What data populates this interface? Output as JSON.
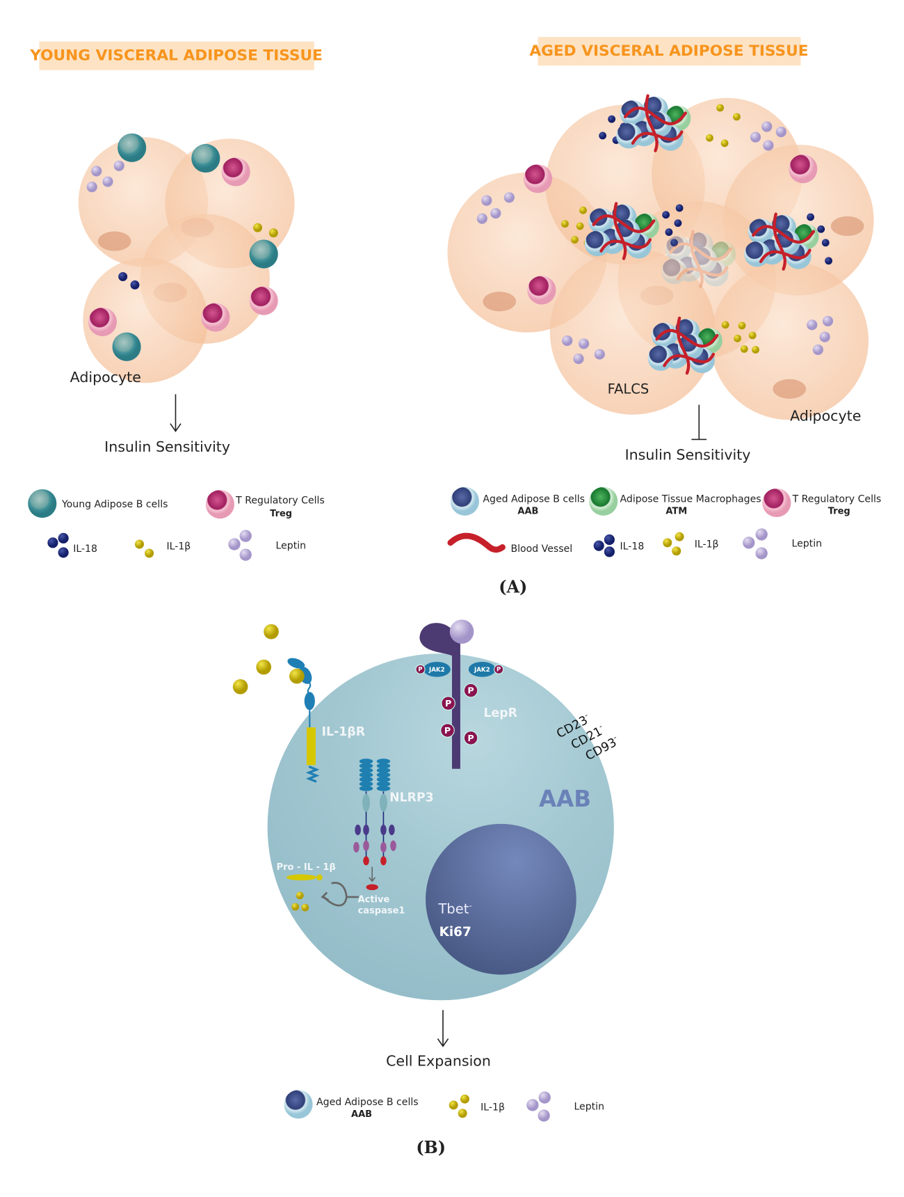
{
  "panel_a": {
    "label": "(A)",
    "young": {
      "title": "YOUNG VISCERAL ADIPOSE TISSUE",
      "adipocyte_label": "Adipocyte",
      "outcome": "Insulin Sensitivity",
      "outcome_relation": "arrow-down",
      "legend": {
        "young_b_cells": "Young Adipose B cells",
        "treg": "T Regulatory Cells",
        "treg_abbr": "Treg",
        "il18": "IL-18",
        "il1b": "IL-1β",
        "leptin": "Leptin"
      }
    },
    "aged": {
      "title": "AGED VISCERAL ADIPOSE TISSUE",
      "falcs_label": "FALCS",
      "adipocyte_label": "Adipocyte",
      "outcome": "Insulin Sensitivity",
      "outcome_relation": "inhibition-bar",
      "legend": {
        "aab": "Aged Adipose B cells",
        "aab_abbr": "AAB",
        "atm": "Adipose Tissue Macrophages",
        "atm_abbr": "ATM",
        "treg": "T Regulatory Cells",
        "treg_abbr": "Treg",
        "blood_vessel": "Blood Vessel",
        "il18": "IL-18",
        "il1b": "IL-1β",
        "leptin": "Leptin"
      }
    }
  },
  "panel_b": {
    "label": "(B)",
    "il1br": "IL-1βR",
    "lepr": "LepR",
    "jak2": "JAK2",
    "phospho": "P",
    "nlrp3": "NLRP3",
    "pro_il1b": "Pro - IL - 1β",
    "active_caspase": [
      "Active",
      "caspase1"
    ],
    "markers": [
      "CD23",
      "CD21",
      "CD93"
    ],
    "marker_sign": "-",
    "cell_name": "AAB",
    "tbet": "Tbet",
    "ki67": "Ki67",
    "outcome": "Cell Expansion",
    "legend": {
      "aab": "Aged Adipose B cells",
      "aab_abbr": "AAB",
      "il1b": "IL-1β",
      "leptin": "Leptin"
    }
  },
  "colors": {
    "title_text": "#f7941d",
    "title_bg": "#fde3c4",
    "adipocyte": "#f6c9a8",
    "young_b_cell": "#4f9ea3",
    "treg": "#b0286e",
    "aab": "#34467f",
    "atm": "#1f8a3a",
    "il18": "#1b2a78",
    "il1b": "#c9b400",
    "leptin": "#b9abd6",
    "blood_vessel": "#c6202a",
    "cell_b": "#9fc5d0",
    "nucleus": "#52658f"
  }
}
